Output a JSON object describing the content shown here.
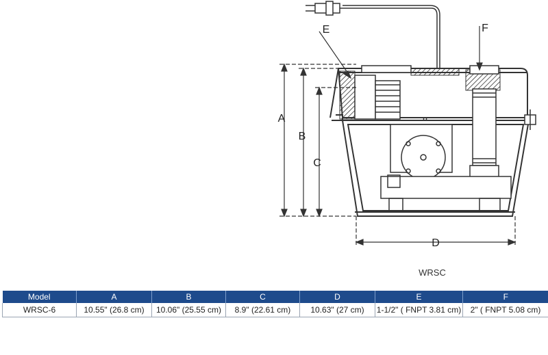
{
  "drawing": {
    "labels": {
      "a": "A",
      "b": "B",
      "c": "C",
      "d": "D",
      "e": "E",
      "f": "F"
    },
    "caption": "WRSC"
  },
  "table": {
    "headers": [
      "Model",
      "A",
      "B",
      "C",
      "D",
      "E",
      "F"
    ],
    "rows": [
      [
        "WRSC-6",
        "10.55\" (26.8 cm)",
        "10.06\" (25.55 cm)",
        "8.9\" (22.61 cm)",
        "10.63\" (27 cm)",
        "1-1/2\" ( FNPT 3.81 cm)",
        "2\" ( FNPT 5.08 cm)"
      ]
    ]
  },
  "colors": {
    "header_bg": "#1e4b8c",
    "line": "#222222"
  }
}
